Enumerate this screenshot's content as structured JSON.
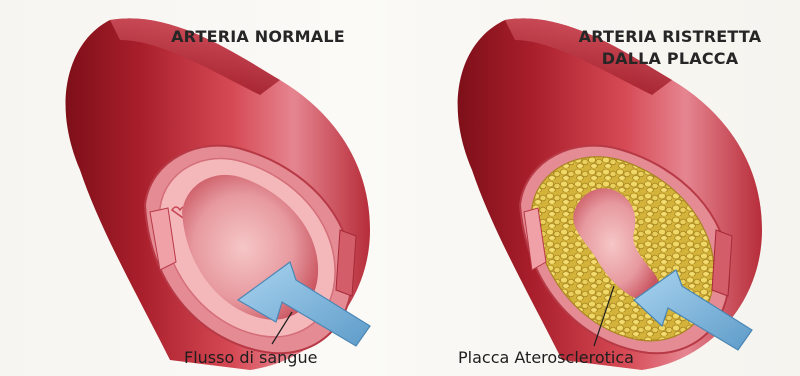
{
  "panels": [
    {
      "title_lines": [
        "ARTERIA NORMALE"
      ],
      "caption": "Flusso di sangue"
    },
    {
      "title_lines": [
        "ARTERIA RISTRETTA",
        "DALLA PLACCA"
      ],
      "caption": "Placca Aterosclerotica"
    }
  ],
  "colors": {
    "artery_dark": "#7e0f19",
    "artery_mid": "#c2323f",
    "artery_light": "#e58590",
    "inner_wall": "#f2a9ae",
    "plaque": "#d8b840",
    "arrow": "#78b4db"
  },
  "icons": [
    "blood-flow-arrow-icon",
    "plaque-pointer-line"
  ]
}
